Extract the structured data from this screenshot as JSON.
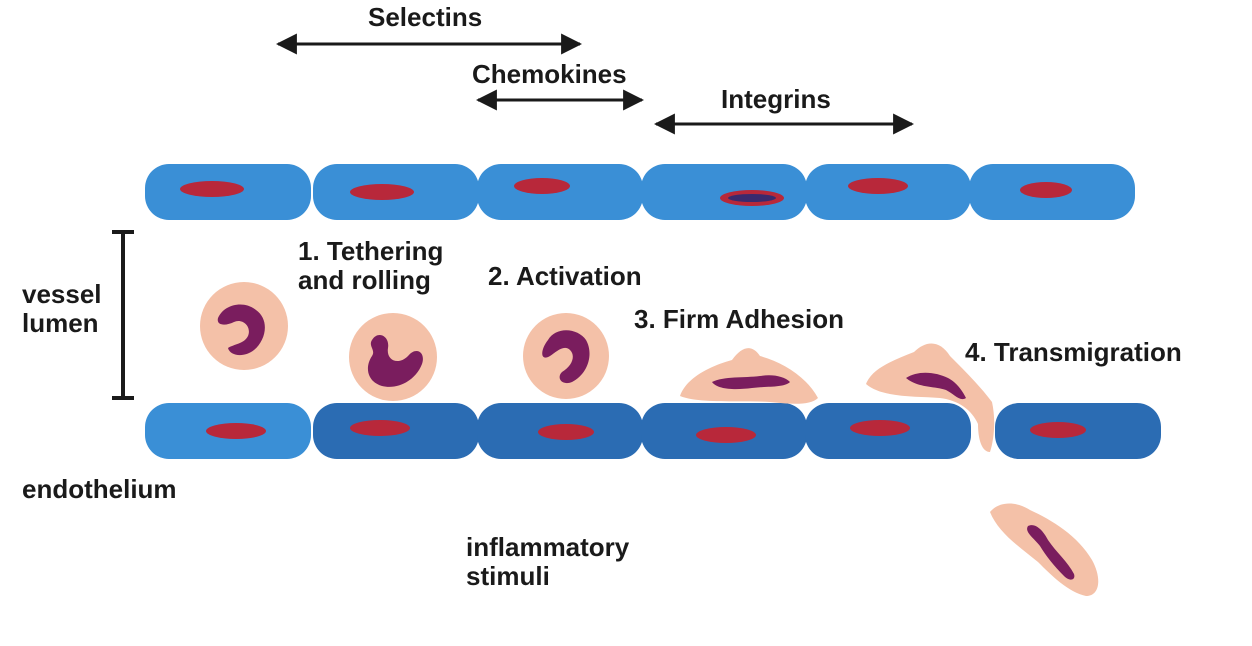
{
  "molecules": {
    "selectins": "Selectins",
    "chemokines": "Chemokines",
    "integrins": "Integrins"
  },
  "steps": {
    "tethering_line1": "1. Tethering",
    "tethering_line2": "and rolling",
    "activation": "2. Activation",
    "adhesion": "3. Firm Adhesion",
    "transmigration": "4. Transmigration"
  },
  "side_labels": {
    "vessel": "vessel",
    "lumen": "lumen",
    "endothelium": "endothelium",
    "inflammatory": "inflammatory",
    "stimuli": "stimuli"
  },
  "colors": {
    "endothelial_cell": "#3a8fd6",
    "endothelial_cell_dark": "#2b6cb3",
    "nucleus": "#b8283a",
    "leukocyte_body": "#f4c1a8",
    "leukocyte_nucleus": "#7a1d5e",
    "arrow": "#1a1a1a"
  }
}
